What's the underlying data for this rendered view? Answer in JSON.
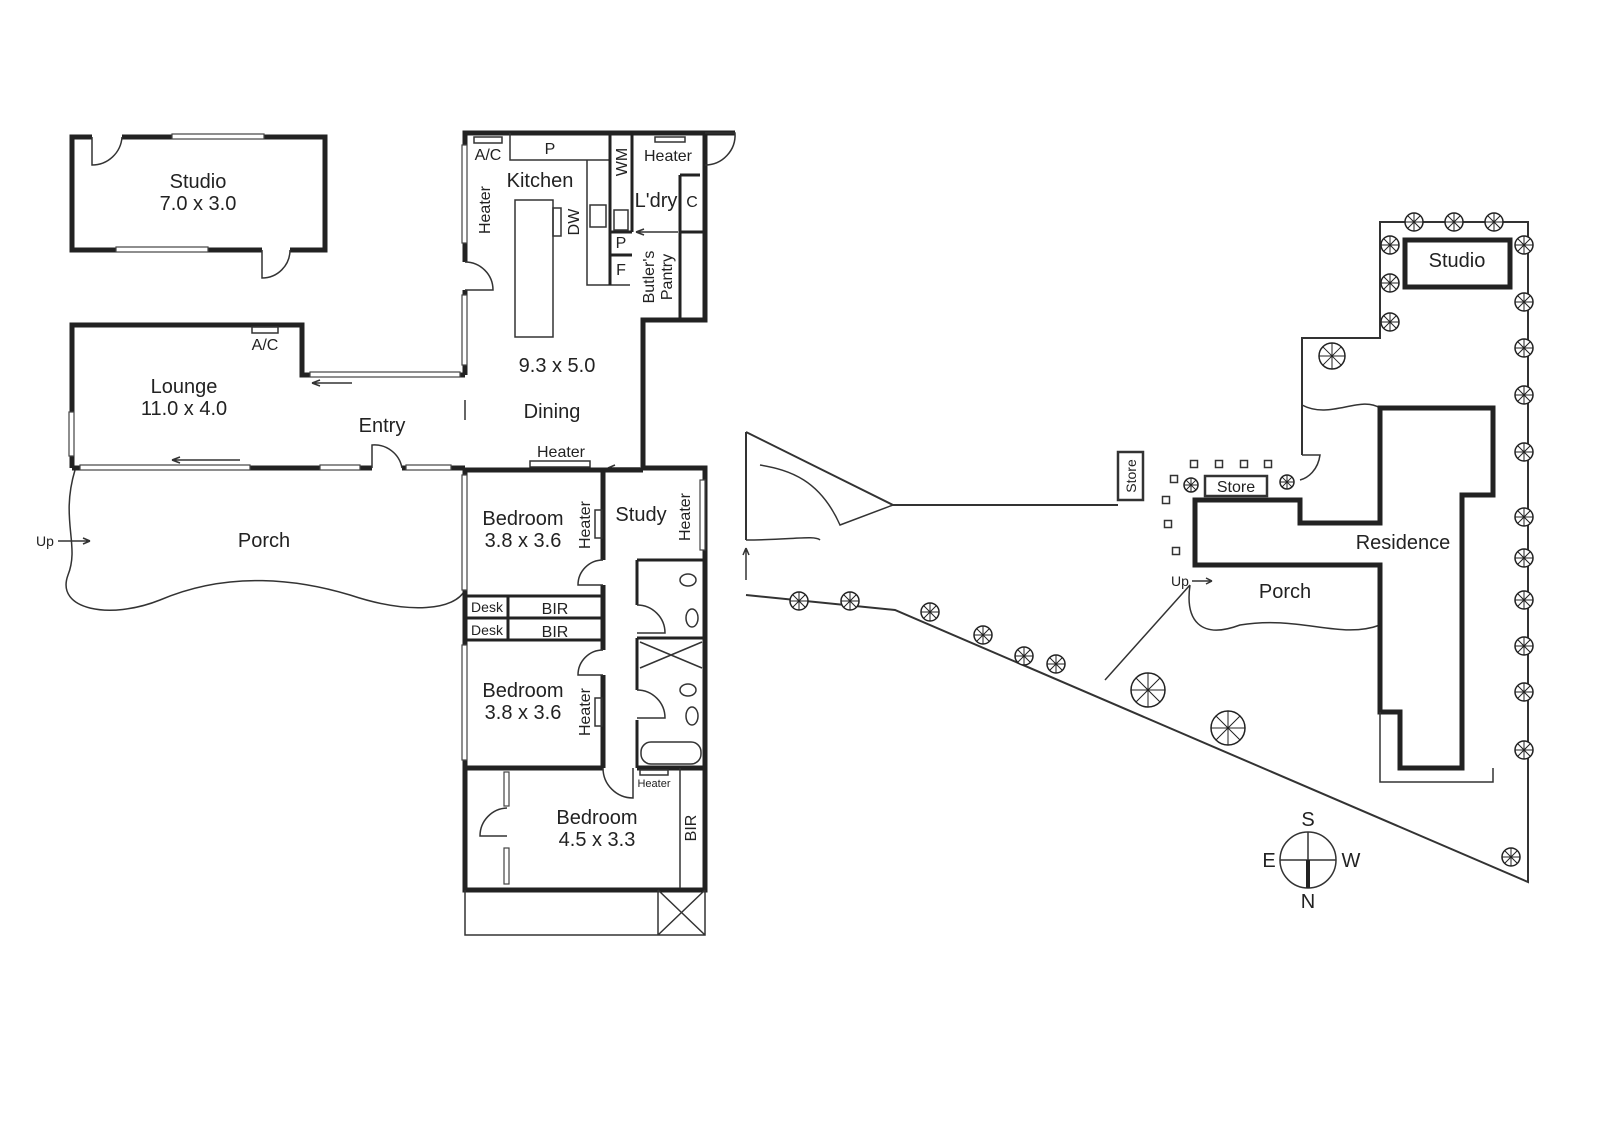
{
  "floor_plan": {
    "studio": {
      "name": "Studio",
      "size": "7.0 x 3.0"
    },
    "lounge": {
      "name": "Lounge",
      "size": "11.0 x 4.0",
      "ac": "A/C"
    },
    "entry": "Entry",
    "porch": {
      "name": "Porch",
      "up": "Up"
    },
    "kitchen": {
      "name": "Kitchen",
      "ac": "A/C",
      "pantry": "P",
      "heater": "Heater",
      "dw": "DW",
      "wm": "WM"
    },
    "laundry": {
      "name": "L'dry",
      "heater": "Heater",
      "cupboard": "C",
      "pantry": "P",
      "fridge": "F"
    },
    "butlers_pantry": {
      "line1": "Butler's",
      "line2": "Pantry"
    },
    "dining": {
      "name": "Dining",
      "size": "9.3 x 5.0",
      "heater": "Heater"
    },
    "study": {
      "name": "Study",
      "heater": "Heater"
    },
    "bedroom1": {
      "name": "Bedroom",
      "size": "3.8 x 3.6",
      "heater": "Heater"
    },
    "bedroom2": {
      "name": "Bedroom",
      "size": "3.8 x 3.6",
      "heater": "Heater"
    },
    "bedroom3": {
      "name": "Bedroom",
      "size": "4.5 x 3.3",
      "bir": "BIR"
    },
    "desk1": "Desk",
    "bir1": "BIR",
    "desk2": "Desk",
    "bir2": "BIR",
    "bathroom_heater": "Heater"
  },
  "site_plan": {
    "studio": "Studio",
    "store1": "Store",
    "store2": "Store",
    "residence": "Residence",
    "porch": "Porch",
    "up": "Up"
  },
  "compass": {
    "s": "S",
    "e": "E",
    "w": "W",
    "n": "N"
  }
}
